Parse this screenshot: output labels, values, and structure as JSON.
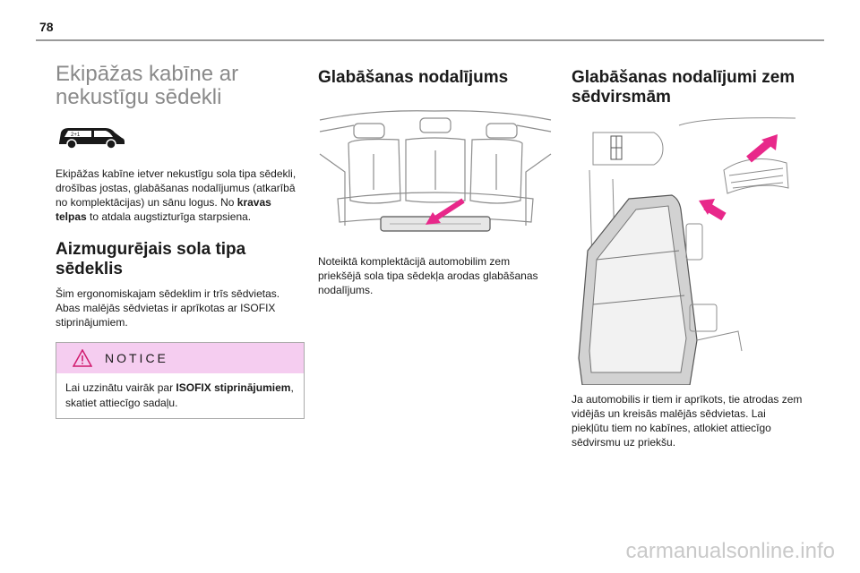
{
  "page": {
    "number": "78"
  },
  "col1": {
    "title_line1": "Ekipāžas kabīne ar",
    "title_line2": "nekustīgu sēdekli",
    "intro_a": "Ekipāžas kabīne ietver nekustīgu sola tipa sēdekli, drošības jostas, glabāšanas nodalījumus (atkarībā no komplektācijas) un sānu logus. No ",
    "intro_bold": "kravas telpas",
    "intro_b": " to atdala augstizturīga starpsiena.",
    "section_title_line1": "Aizmugurējais sola tipa",
    "section_title_line2": "sēdeklis",
    "section_text": "Šim ergonomiskajam sēdeklim ir trīs sēdvietas. Abas malējās sēdvietas ir aprīkotas ar ISOFIX stiprinājumiem."
  },
  "notice": {
    "title": "NOTICE",
    "text_a": "Lai uzzinātu vairāk par ",
    "text_bold": "ISOFIX stiprinājumiem",
    "text_b": ", skatiet attiecīgo sadaļu."
  },
  "col2": {
    "title": "Glabāšanas nodalījums",
    "text": "Noteiktā komplektācijā automobilim zem priekšējā sola tipa sēdekļa arodas glabāšanas nodalījums."
  },
  "col3": {
    "title_line1": "Glabāšanas nodalījumi zem",
    "title_line2": "sēdvirsmām",
    "text": "Ja automobilis ir tiem ir aprīkots, tie atrodas zem vidējās un kreisās malējās sēdvietas. Lai piekļūtu tiem no kabīnes, atlokiet attiecīgo sēdvirsmu uz priekšu."
  },
  "footer": {
    "watermark": "carmanualsonline.info"
  },
  "colors": {
    "accent_arrow": "#e8288a",
    "notice_bg": "#f5cdf0",
    "rule": "#9a9a9a"
  }
}
